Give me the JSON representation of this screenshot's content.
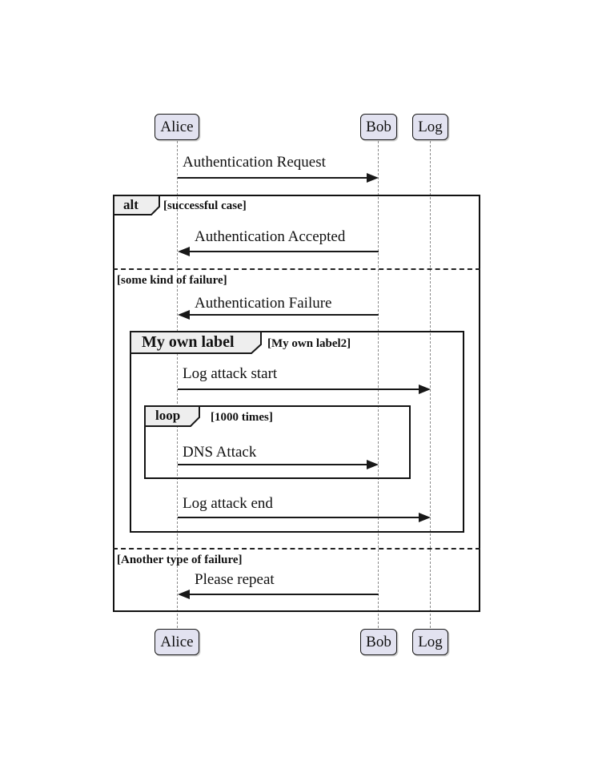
{
  "diagram": {
    "type": "uml-sequence-diagram"
  },
  "actors": [
    {
      "id": "alice",
      "name": "Alice"
    },
    {
      "id": "bob",
      "name": "Bob"
    },
    {
      "id": "log",
      "name": "Log"
    }
  ],
  "messages": [
    {
      "label": "Authentication Request",
      "from": "Alice",
      "to": "Bob"
    },
    {
      "label": "Authentication Accepted",
      "from": "Bob",
      "to": "Alice"
    },
    {
      "label": "Authentication Failure",
      "from": "Bob",
      "to": "Alice"
    },
    {
      "label": "Log attack start",
      "from": "Alice",
      "to": "Log"
    },
    {
      "label": "DNS Attack",
      "from": "Alice",
      "to": "Bob"
    },
    {
      "label": "Log attack end",
      "from": "Alice",
      "to": "Log"
    },
    {
      "label": "Please repeat",
      "from": "Bob",
      "to": "Alice"
    }
  ],
  "fragments": {
    "alt": {
      "operator": "alt",
      "condition": "[successful case]",
      "dividers": [
        "[some kind of failure]",
        "[Another type of failure]"
      ]
    },
    "custom": {
      "operator": "My own label",
      "condition": "[My own label2]"
    },
    "loop": {
      "operator": "loop",
      "condition": "[1000 times]"
    }
  },
  "colors": {
    "actor_fill": "#E2E2F0",
    "actor_border": "#181818",
    "fragment_label_fill": "#EEEEEE",
    "line": "#181818",
    "lifeline": "#8a8a8a",
    "background": "#ffffff"
  }
}
